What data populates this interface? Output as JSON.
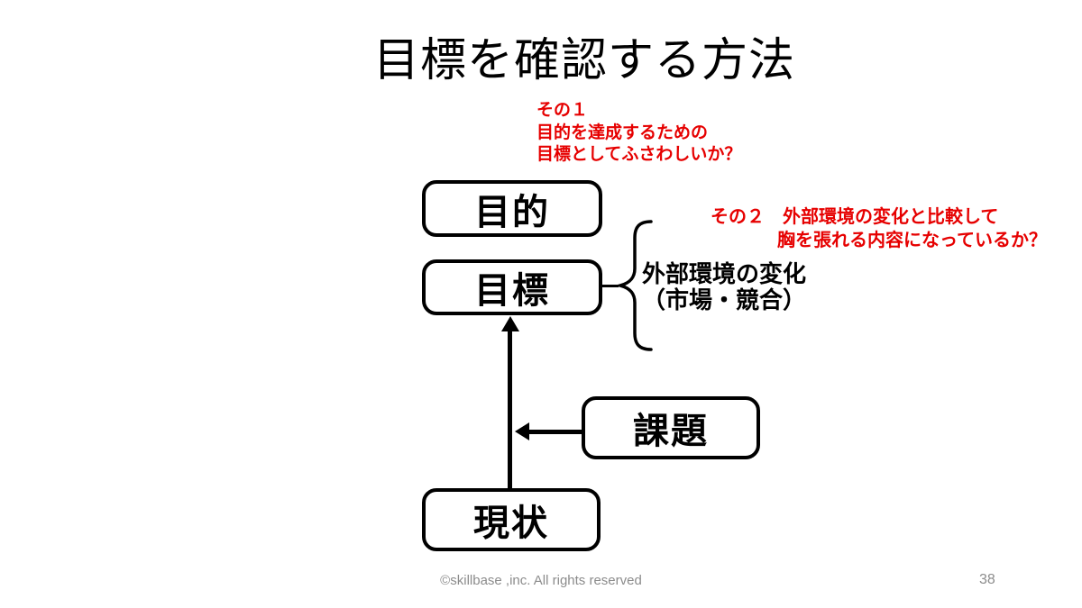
{
  "title": "目標を確認する方法",
  "notes": {
    "note1": {
      "lines": [
        "その１",
        "目的を達成するための",
        "目標としてふさわしいか？"
      ]
    },
    "note2": {
      "lines": [
        "その２　外部環境の変化と比較して",
        "胸を張れる内容になっているか？"
      ]
    }
  },
  "boxes": {
    "purpose": "目的",
    "goal": "目標",
    "issue": "課題",
    "current": "現状"
  },
  "brace_label": {
    "lines": [
      "外部環境の変化",
      "（市場・競合）"
    ]
  },
  "footer": {
    "copyright": "©skillbase ,inc. All rights reserved",
    "page": "38"
  },
  "colors": {
    "accent_red": "#e60000",
    "diagram_black": "#000000",
    "footer_gray": "#8c8c8c"
  }
}
